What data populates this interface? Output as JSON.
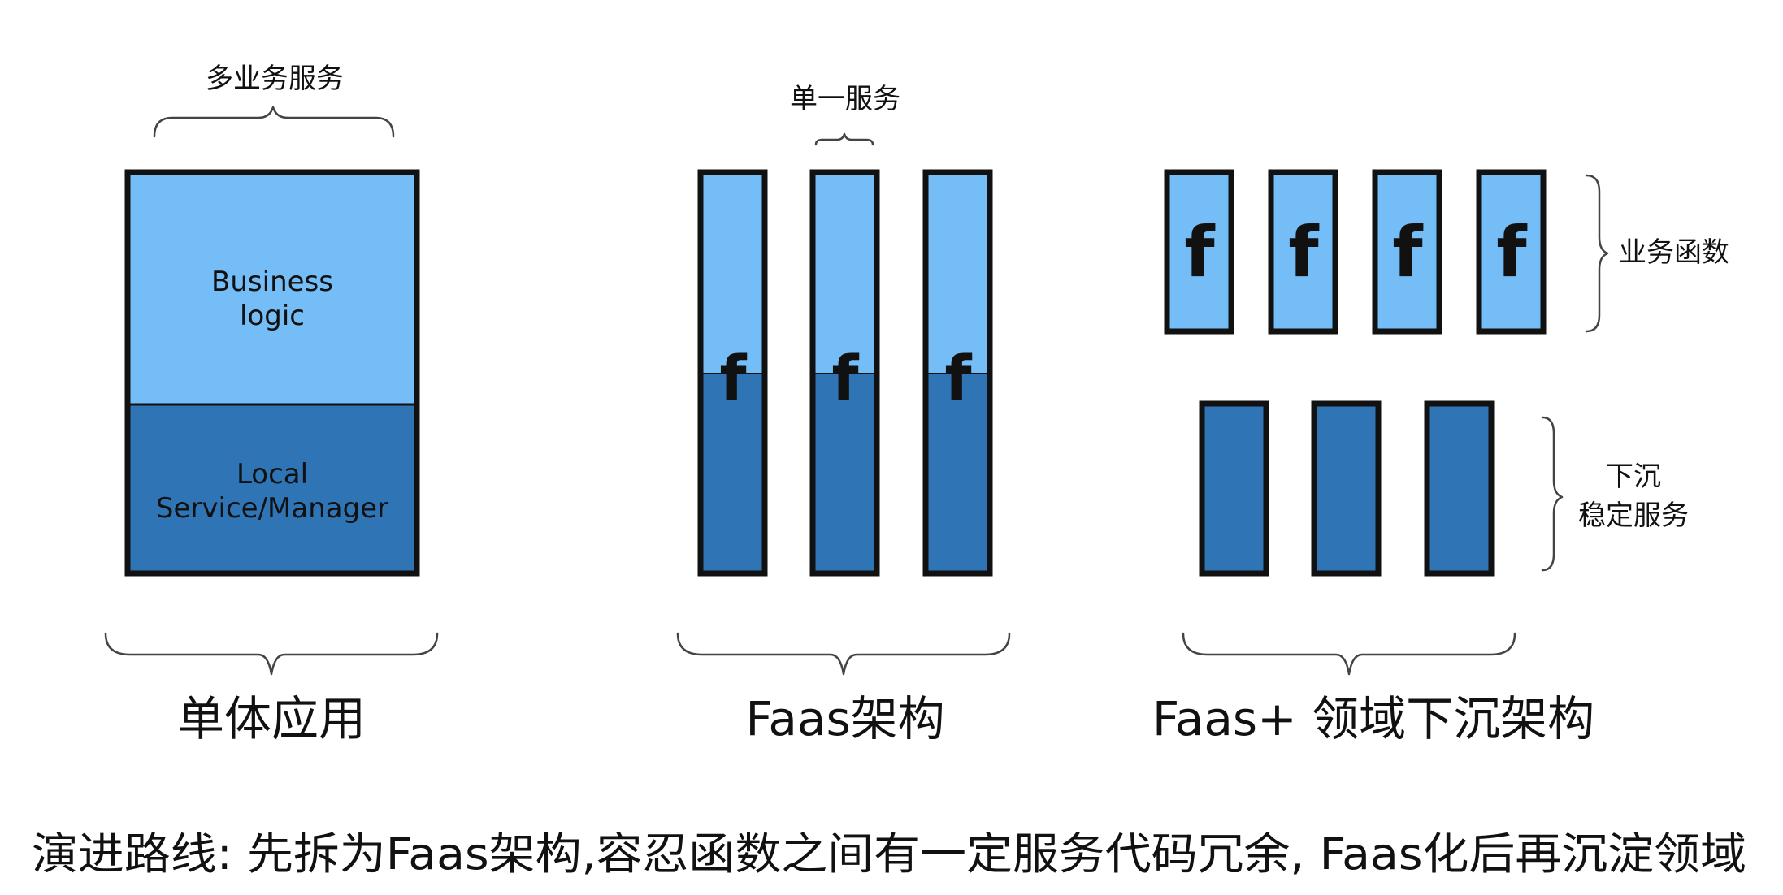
{
  "colors": {
    "business_logic": "#74BDF7",
    "service": "#2F75B6",
    "outline": "#111111"
  },
  "monolith": {
    "top_brace_label": "多业务服务",
    "business_line1": "Business",
    "business_line2": "logic",
    "service_line1": "Local",
    "service_line2": "Service/Manager",
    "caption": "单体应用"
  },
  "faas": {
    "top_brace_label": "单一服务",
    "function_symbol": "f",
    "caption": "Faas架构"
  },
  "faas_plus": {
    "business_functions_label": "业务函数",
    "sink_label_line1": "下沉",
    "sink_label_line2": "稳定服务",
    "function_symbol": "f",
    "caption": "Faas+ 领域下沉架构"
  },
  "footer": {
    "text": "演进路线: 先拆为Faas架构,容忍函数之间有一定服务代码冗余, Faas化后再沉淀领域"
  }
}
